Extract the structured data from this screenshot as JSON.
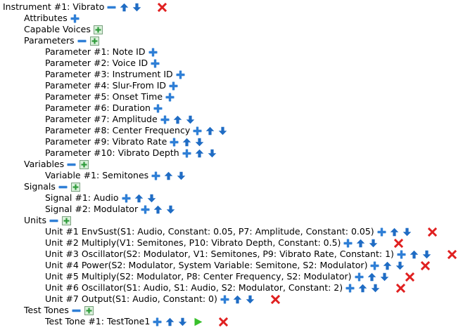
{
  "colors": {
    "plus_blue": "#2f7fd6",
    "arrow_blue": "#1f6cc4",
    "delete_red": "#e02020",
    "expand_green": "#2e9b3a",
    "play_green": "#39c02c"
  },
  "icons": {
    "add": "plus-icon",
    "up": "up-arrow-icon",
    "down": "down-arrow-icon",
    "delete": "x-icon",
    "collapse": "minus-icon",
    "expand": "boxed-plus-icon",
    "play": "play-icon"
  },
  "tree": [
    {
      "id": "instrument",
      "label": "Instrument #1: Vibrato",
      "level": 0,
      "controls": [
        "minus",
        "up",
        "down",
        "gap",
        "delete"
      ]
    },
    {
      "id": "attributes",
      "label": "Attributes",
      "level": 1,
      "controls": [
        "add"
      ]
    },
    {
      "id": "capable-voices",
      "label": "Capable Voices",
      "level": 1,
      "controls": [
        "expand"
      ]
    },
    {
      "id": "parameters",
      "label": "Parameters",
      "level": 1,
      "controls": [
        "minus",
        "expand"
      ]
    },
    {
      "id": "param-1",
      "label": "Parameter #1: Note ID",
      "level": 2,
      "controls": [
        "add"
      ]
    },
    {
      "id": "param-2",
      "label": "Parameter #2: Voice ID",
      "level": 2,
      "controls": [
        "add"
      ]
    },
    {
      "id": "param-3",
      "label": "Parameter #3: Instrument ID",
      "level": 2,
      "controls": [
        "add"
      ]
    },
    {
      "id": "param-4",
      "label": "Parameter #4: Slur-From ID",
      "level": 2,
      "controls": [
        "add"
      ]
    },
    {
      "id": "param-5",
      "label": "Parameter #5: Onset Time",
      "level": 2,
      "controls": [
        "add"
      ]
    },
    {
      "id": "param-6",
      "label": "Parameter #6: Duration",
      "level": 2,
      "controls": [
        "add"
      ]
    },
    {
      "id": "param-7",
      "label": "Parameter #7: Amplitude",
      "level": 2,
      "controls": [
        "add",
        "up",
        "down"
      ]
    },
    {
      "id": "param-8",
      "label": "Parameter #8: Center Frequency",
      "level": 2,
      "controls": [
        "add",
        "up",
        "down"
      ]
    },
    {
      "id": "param-9",
      "label": "Parameter #9: Vibrato Rate",
      "level": 2,
      "controls": [
        "add",
        "up",
        "down"
      ]
    },
    {
      "id": "param-10",
      "label": "Parameter #10: Vibrato Depth",
      "level": 2,
      "controls": [
        "add",
        "up",
        "down"
      ]
    },
    {
      "id": "variables",
      "label": "Variables",
      "level": 1,
      "controls": [
        "minus",
        "expand"
      ]
    },
    {
      "id": "variable-1",
      "label": "Variable #1: Semitones",
      "level": 2,
      "controls": [
        "add",
        "up",
        "down"
      ]
    },
    {
      "id": "signals",
      "label": "Signals",
      "level": 1,
      "controls": [
        "minus",
        "expand"
      ]
    },
    {
      "id": "signal-1",
      "label": "Signal #1: Audio",
      "level": 2,
      "controls": [
        "add",
        "up",
        "down"
      ]
    },
    {
      "id": "signal-2",
      "label": "Signal #2: Modulator",
      "level": 2,
      "controls": [
        "add",
        "up",
        "down"
      ]
    },
    {
      "id": "units",
      "label": "Units",
      "level": 1,
      "controls": [
        "minus",
        "expand"
      ]
    },
    {
      "id": "unit-1",
      "label": "Unit #1 EnvSust(S1: Audio, Constant: 0.05, P7: Amplitude, Constant: 0.05)",
      "level": 2,
      "controls": [
        "add",
        "up",
        "down",
        "gap",
        "delete"
      ]
    },
    {
      "id": "unit-2",
      "label": "Unit #2 Multiply(V1: Semitones, P10: Vibrato Depth, Constant: 0.5)",
      "level": 2,
      "controls": [
        "add",
        "up",
        "down",
        "gap",
        "delete"
      ]
    },
    {
      "id": "unit-3",
      "label": "Unit #3 Oscillator(S2: Modulator, V1: Semitones, P9: Vibrato Rate, Constant: 1)",
      "level": 2,
      "controls": [
        "add",
        "up",
        "down",
        "gap",
        "delete"
      ]
    },
    {
      "id": "unit-4",
      "label": "Unit #4 Power(S2: Modulator, System Variable: Semitone, S2: Modulator)",
      "level": 2,
      "controls": [
        "add",
        "up",
        "down",
        "gap",
        "delete"
      ]
    },
    {
      "id": "unit-5",
      "label": "Unit #5 Multiply(S2: Modulator, P8: Center Frequency, S2: Modulator)",
      "level": 2,
      "controls": [
        "add",
        "up",
        "down",
        "gap",
        "delete"
      ]
    },
    {
      "id": "unit-6",
      "label": "Unit #6 Oscillator(S1: Audio, S1: Audio, S2: Modulator, Constant: 2)",
      "level": 2,
      "controls": [
        "add",
        "up",
        "down",
        "gap",
        "delete"
      ]
    },
    {
      "id": "unit-7",
      "label": "Unit #7 Output(S1: Audio, Constant: 0)",
      "level": 2,
      "controls": [
        "add",
        "up",
        "down",
        "gap",
        "delete"
      ]
    },
    {
      "id": "test-tones",
      "label": "Test Tones",
      "level": 1,
      "controls": [
        "minus",
        "expand"
      ]
    },
    {
      "id": "test-tone-1",
      "label": "Test Tone #1: TestTone1",
      "level": 2,
      "controls": [
        "add",
        "up",
        "down",
        "play",
        "gap",
        "delete"
      ]
    }
  ]
}
